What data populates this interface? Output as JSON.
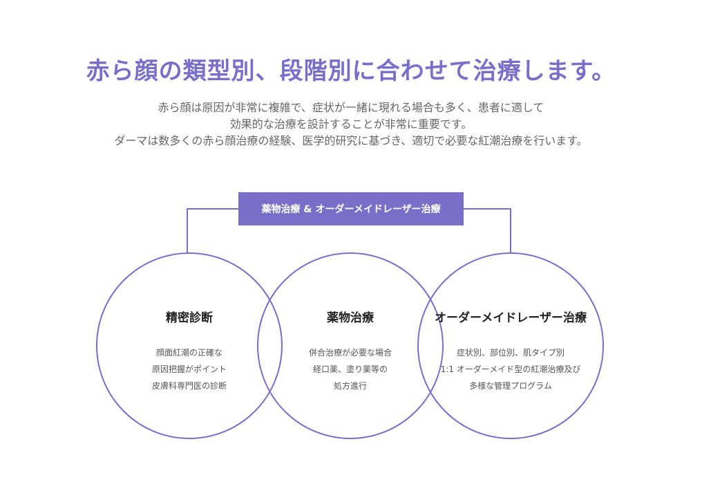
{
  "header": {
    "title": "赤ら顔の類型別、段階別に合わせて治療します。",
    "description": [
      "赤ら顔は原因が非常に複雑で、症状が一緒に現れる場合も多く、患者に適して",
      "効果的な治療を設計することが非常に重要です。",
      "ダーマは数多くの赤ら顔治療の経験、医学的研究に基づき、適切で必要な紅潮治療を行います。"
    ]
  },
  "banner": {
    "label": "薬物治療 & オーダーメイドレーザー治療"
  },
  "circles": [
    {
      "title": "精密診断",
      "lines": [
        "顔面紅潮の正確な",
        "原因把握がポイント",
        "皮膚科専門医の診断"
      ]
    },
    {
      "title": "薬物治療",
      "lines": [
        "併合治療が必要な場合",
        "経口薬、塗り薬等の",
        "処方進行"
      ]
    },
    {
      "title": "オーダーメイドレーザー治療",
      "lines": [
        "症状別、部位別、肌タイプ別",
        "1:1 オーダーメイド型の紅潮治療及び",
        "多様な管理プログラム"
      ]
    }
  ],
  "colors": {
    "accent": "#7a6fc8",
    "text": "#222222",
    "muted": "#666666"
  }
}
